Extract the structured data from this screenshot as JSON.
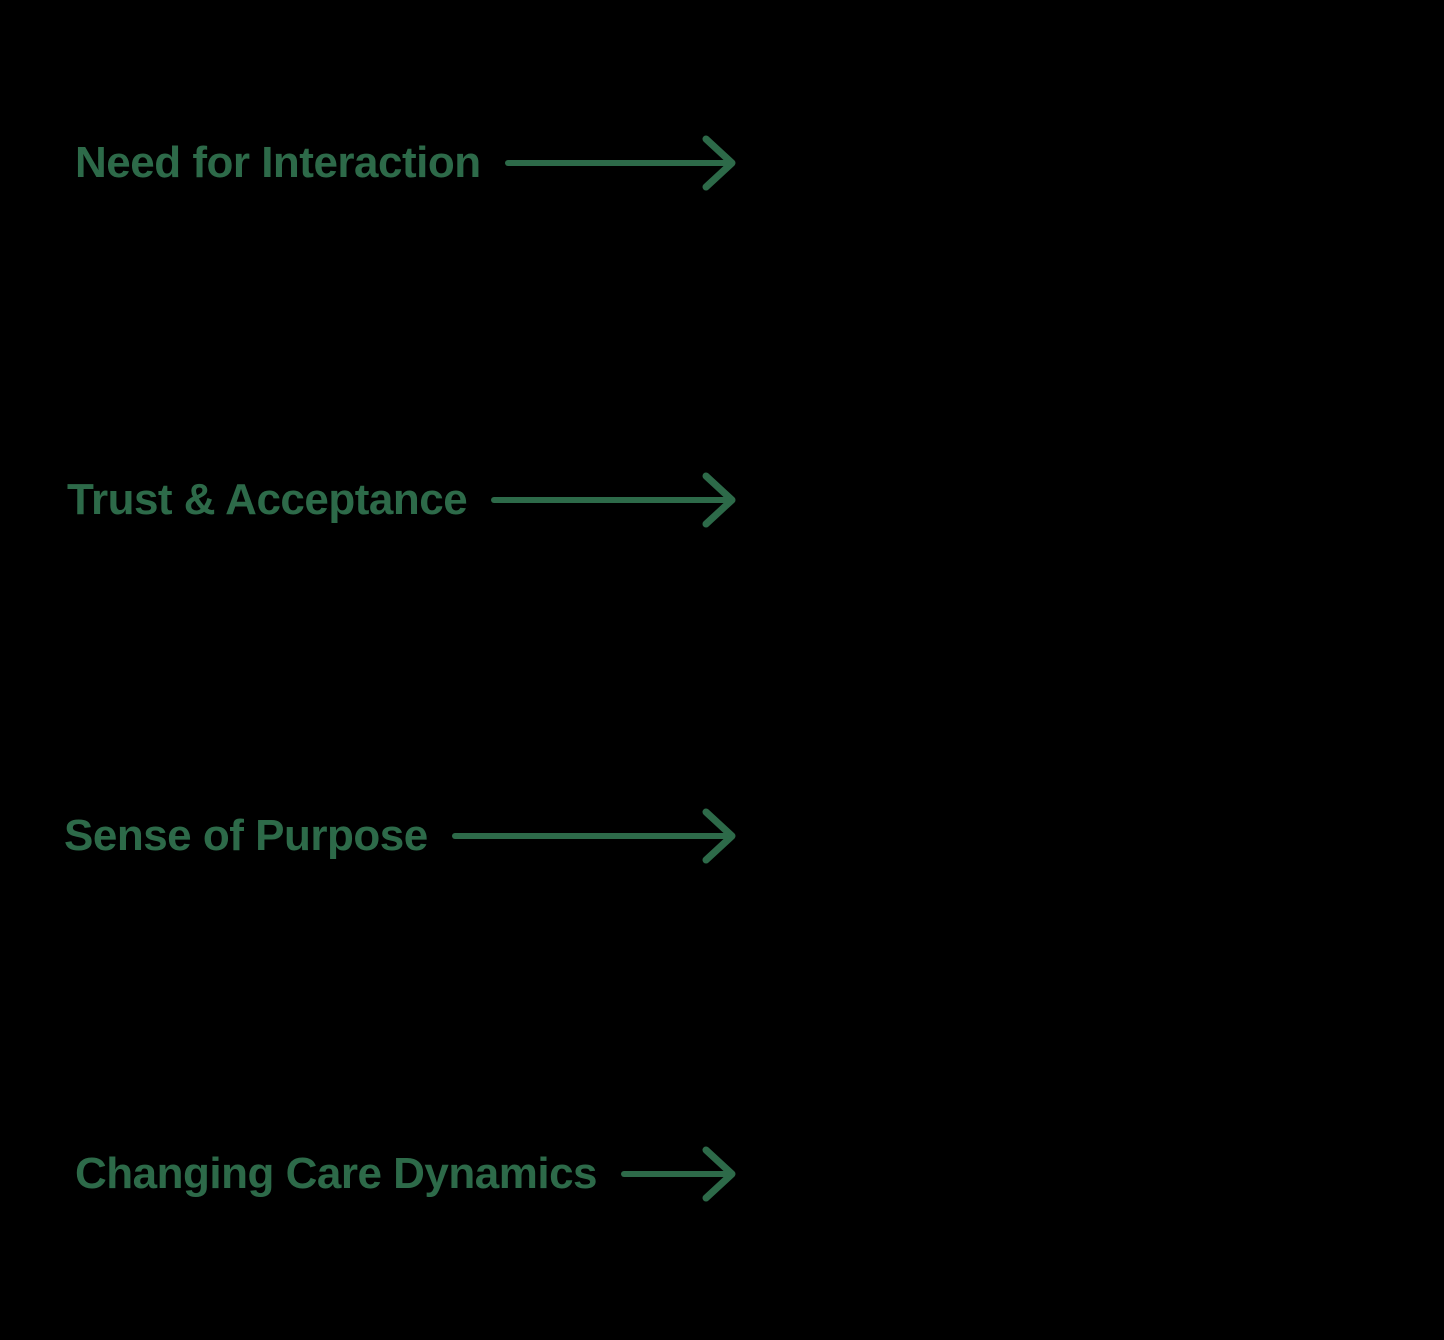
{
  "theme": {
    "background": "#000000",
    "accent_green": "#2d6a49"
  },
  "icons": {
    "row_arrow": "right-arrow"
  },
  "rows": [
    {
      "label": "Need for Interaction"
    },
    {
      "label": "Trust & Acceptance"
    },
    {
      "label": "Sense of Purpose"
    },
    {
      "label": "Changing Care Dynamics"
    }
  ]
}
